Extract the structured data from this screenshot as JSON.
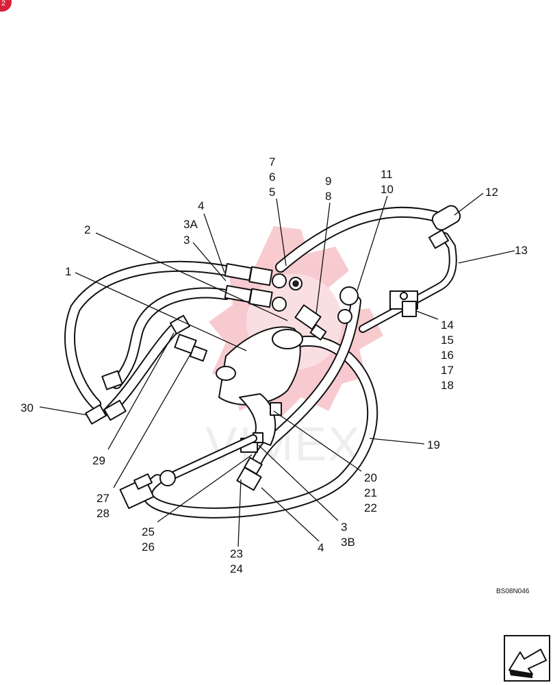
{
  "callouts": {
    "c1": "1",
    "c2": "2",
    "c3a": "3",
    "c3A": "3A",
    "c4a": "4",
    "c5": "5",
    "c6": "6",
    "c7": "7",
    "c8": "8",
    "c9": "9",
    "c10": "10",
    "c11": "11",
    "c12": "12",
    "c13": "13",
    "c14": "14",
    "c15": "15",
    "c16": "16",
    "c17": "17",
    "c18": "18",
    "c19": "19",
    "c20": "20",
    "c21": "21",
    "c22": "22",
    "c3b": "3",
    "c3B": "3B",
    "c4b": "4",
    "c23": "23",
    "c24": "24",
    "c25": "25",
    "c26": "26",
    "c27": "27",
    "c28": "28",
    "c29": "29",
    "c30": "30"
  },
  "drawing_code": "BS08N046",
  "watermark_text": "VIMEX",
  "colors": {
    "badge": "#d9213a",
    "watermark_red": "#f2a0a8"
  },
  "icons": {
    "corner_badge": "badge-icon",
    "next_page": "arrow-next-icon"
  }
}
